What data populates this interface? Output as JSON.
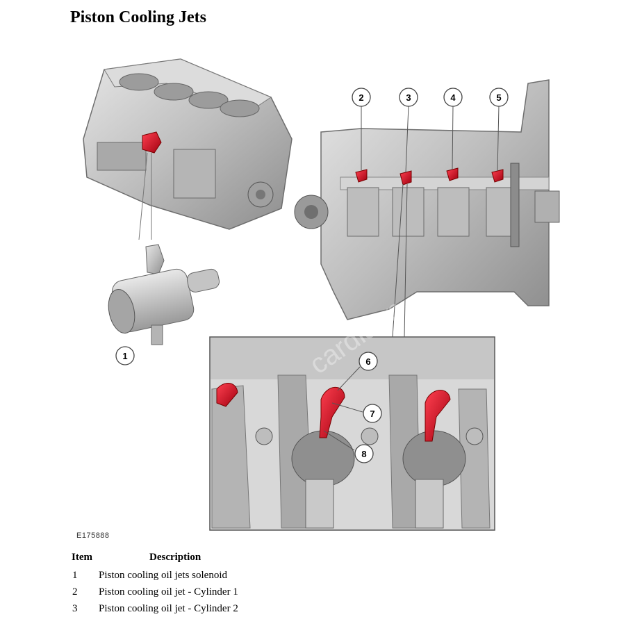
{
  "title": "Piston Cooling Jets",
  "figure_id": "E175888",
  "watermark": "cardiagn",
  "callouts": [
    "1",
    "2",
    "3",
    "4",
    "5",
    "6",
    "7",
    "8"
  ],
  "table": {
    "headers": [
      "Item",
      "Description"
    ],
    "rows": [
      {
        "item": "1",
        "description": "Piston cooling oil jets solenoid"
      },
      {
        "item": "2",
        "description": "Piston cooling oil jet - Cylinder 1"
      },
      {
        "item": "3",
        "description": "Piston cooling oil jet - Cylinder 2"
      }
    ]
  },
  "colors": {
    "jet_red": "#d01020",
    "metal": "#c8c8c8",
    "metal_dark": "#8a8a8a"
  }
}
